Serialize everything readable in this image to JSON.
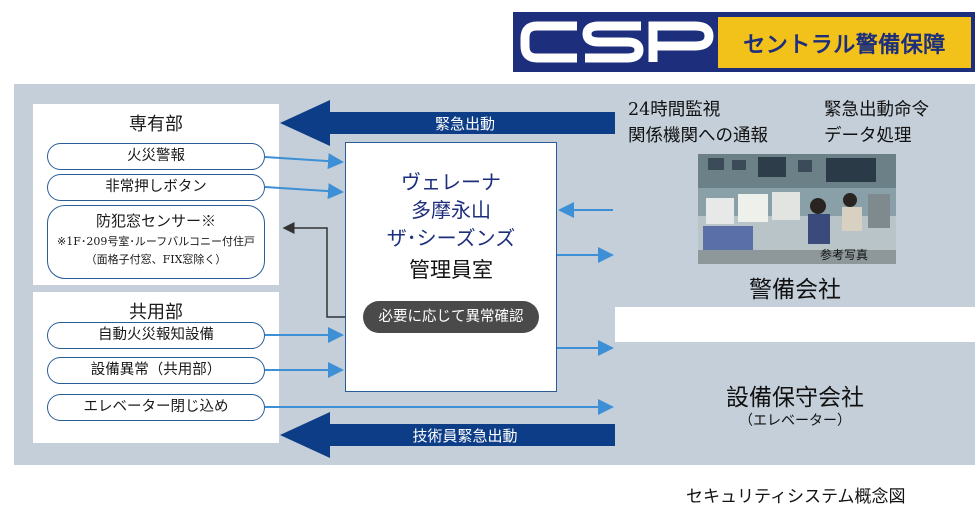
{
  "logo": {
    "mark": "CSP",
    "company": "セントラル警備保障"
  },
  "private_section": {
    "title": "専有部",
    "items": [
      "火災警報",
      "非常押しボタン"
    ],
    "sensor": {
      "label": "防犯窓センサー※",
      "note1": "※1F･209号室･ルーフバルコニー付住戸",
      "note2": "（面格子付窓、FIX窓除く）"
    }
  },
  "common_section": {
    "title": "共用部",
    "items": [
      "自動火災報知設備",
      "設備異常（共用部）",
      "エレベーター閉じ込め"
    ]
  },
  "center": {
    "name_lines": [
      "ヴェレーナ",
      "多摩永山",
      "ザ･シーズンズ"
    ],
    "room": "管理員室",
    "check": "必要に応じて異常確認"
  },
  "security_company": {
    "duties": [
      "24時間監視",
      "関係機関への通報",
      "緊急出動命令",
      "データ処理"
    ],
    "photo_caption": "参考写真",
    "name": "警備会社"
  },
  "maintenance_company": {
    "name": "設備保守会社",
    "sub": "（エレベーター）"
  },
  "arrows": {
    "emergency": "緊急出動",
    "technician": "技術員緊急出動"
  },
  "caption": "セキュリティシステム概念図",
  "colors": {
    "navy": "#1c2e7c",
    "arrow_blue": "#0c3d86",
    "link_blue": "#3d8fd6",
    "panel": "#c4cfd9",
    "logo_yellow": "#f3c21a"
  }
}
